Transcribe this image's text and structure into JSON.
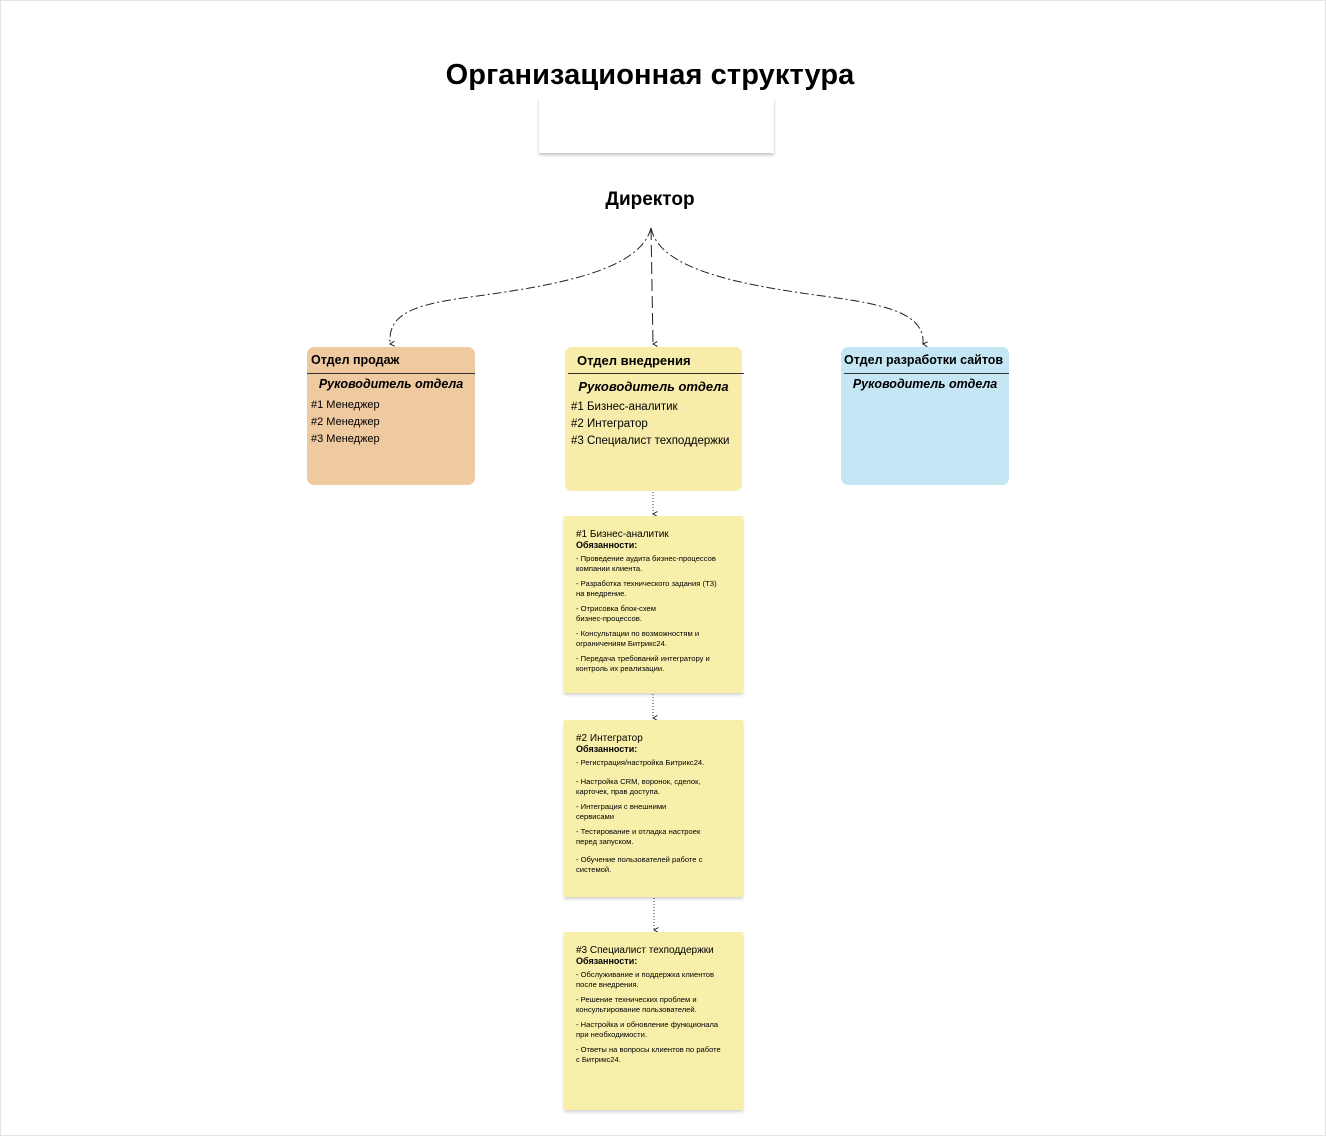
{
  "title": "Организационная структура",
  "director": "Директор",
  "departments": [
    {
      "name": "Отдел продаж",
      "head": "Руководитель отдела",
      "roles": [
        "#1 Менеджер",
        "#2 Менеджер",
        "#3 Менеджер"
      ],
      "color": "#efc9a0"
    },
    {
      "name": "Отдел внедрения",
      "head": "Руководитель отдела",
      "roles": [
        "#1 Бизнес-аналитик",
        "#2 Интегратор",
        "#3 Специалист техподдержки"
      ],
      "color": "#f8ecaa"
    },
    {
      "name": "Отдел разработки сайтов",
      "head": "Руководитель отдела",
      "roles": [],
      "color": "#c4e6f5"
    }
  ],
  "role_cards": [
    {
      "title": "#1 Бизнес-аналитик",
      "subtitle": "Обязанности:",
      "items": [
        "- Проведение аудита бизнес-процессов\n   компании клиента.",
        "- Разработка технического задания (ТЗ)\n на внедрение.",
        "- Отрисовка блок-схем\nбизнес-процессов.",
        "- Консультации по возможностям и\nограничениям Битрикс24.",
        "- Передача требований интегратору и\nконтроль их реализации."
      ]
    },
    {
      "title": "#2 Интегратор",
      "subtitle": "Обязанности:",
      "items": [
        "- Регистрация/настройка Битрикс24.",
        "- Настройка CRM, воронок, сделок,\nкарточек, прав доступа.",
        "- Интеграция с внешними\nсервисами",
        "- Тестирование и отладка настроек\nперед запуском.",
        "- Обучение пользователей работе с\nсистемой."
      ]
    },
    {
      "title": "#3 Специалист техподдержки",
      "subtitle": "Обязанности:",
      "items": [
        "- Обслуживание и поддержка клиентов\nпосле внедрения.",
        "- Решение технических проблем и\nконсультирование пользователей.",
        "- Настройка и обновление функционала\nпри необходимости.",
        "- Ответы на вопросы клиентов по работе\nс Битрикс24."
      ]
    }
  ]
}
